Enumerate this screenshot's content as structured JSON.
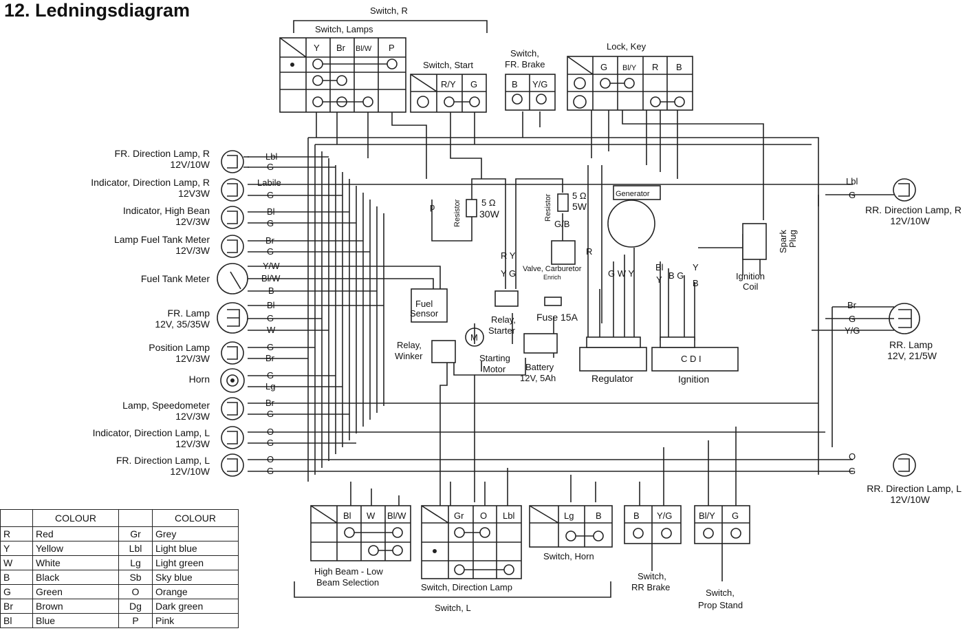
{
  "title": "12. Ledningsdiagram",
  "switches": {
    "switch_r": "Switch, R",
    "switch_lamps": "Switch, Lamps",
    "switch_lamps_cols": [
      "Y",
      "Br",
      "Bl/W",
      "P"
    ],
    "switch_start": "Switch, Start",
    "switch_start_cols": [
      "R/Y",
      "G"
    ],
    "switch_fr_brake": [
      "Switch,",
      "FR. Brake"
    ],
    "switch_fr_brake_cols": [
      "B",
      "Y/G"
    ],
    "lock_key": "Lock, Key",
    "lock_key_cols": [
      "G",
      "Bl/Y",
      "R",
      "B"
    ],
    "high_beam_cols": [
      "Bl",
      "W",
      "Bl/W"
    ],
    "high_beam_label": [
      "High Beam - Low",
      "Beam Selection"
    ],
    "direction_cols": [
      "Gr",
      "O",
      "Lbl"
    ],
    "direction_label": "Switch, Direction Lamp",
    "horn_cols": [
      "Lg",
      "B"
    ],
    "horn_label": "Switch, Horn",
    "switch_l": "Switch, L",
    "rr_brake_cols": [
      "B",
      "Y/G"
    ],
    "rr_brake_label": [
      "Switch,",
      "RR Brake"
    ],
    "prop_stand_cols": [
      "Bl/Y",
      "G"
    ],
    "prop_stand_label": [
      "Switch,",
      "Prop Stand"
    ]
  },
  "left_components": [
    {
      "name": "FR. Direction Lamp, R",
      "rating": "12V/10W",
      "wires": [
        "Lbl",
        "G"
      ]
    },
    {
      "name": "Indicator, Direction Lamp, R",
      "rating": "12V3W",
      "wires": [
        "Labile",
        "G"
      ]
    },
    {
      "name": "Indicator, High Bean",
      "rating": "12V/3W",
      "wires": [
        "Bl",
        "G"
      ]
    },
    {
      "name": "Lamp Fuel Tank Meter",
      "rating": "12V/3W",
      "wires": [
        "Br",
        "G"
      ]
    },
    {
      "name": "Fuel Tank Meter",
      "rating": "",
      "wires": [
        "Y/W",
        "Bl/W",
        "B"
      ]
    },
    {
      "name": "FR. Lamp",
      "rating": "12V, 35/35W",
      "wires": [
        "Bl",
        "G",
        "W"
      ]
    },
    {
      "name": "Position Lamp",
      "rating": "12V/3W",
      "wires": [
        "G",
        "Br"
      ]
    },
    {
      "name": "Horn",
      "rating": "",
      "wires": [
        "G",
        "Lg"
      ]
    },
    {
      "name": "Lamp, Speedometer",
      "rating": "12V/3W",
      "wires": [
        "Br",
        "G"
      ]
    },
    {
      "name": "Indicator, Direction Lamp, L",
      "rating": "12V/3W",
      "wires": [
        "O",
        "G"
      ]
    },
    {
      "name": "FR. Direction Lamp, L",
      "rating": "12V/10W",
      "wires": [
        "O",
        "G"
      ]
    }
  ],
  "right_components": [
    {
      "name": "RR. Direction Lamp, R",
      "rating": "12V/10W",
      "wires": [
        "Lbl",
        "G"
      ]
    },
    {
      "name": "RR. Lamp",
      "rating": "12V, 21/5W",
      "wires": [
        "Br",
        "G",
        "Y/G"
      ]
    },
    {
      "name": "RR. Direction Lamp, L",
      "rating": "12V/10W",
      "wires": [
        "O",
        "G"
      ]
    }
  ],
  "center": {
    "resistor1": "Resistor",
    "resistor1_val": [
      "5 Ω",
      "30W"
    ],
    "resistor2": "Resistor",
    "resistor2_val": [
      "5 Ω",
      "5W"
    ],
    "gb": "G/B",
    "generator": "Generator",
    "gen_wires": "G W Y",
    "r_label": "R",
    "valve": [
      "Valve, Carburetor",
      "Enrich"
    ],
    "fuel_sensor": [
      "Fuel",
      "Sensor"
    ],
    "relay_starter": [
      "Relay,",
      "Starter"
    ],
    "fuse": "Fuse 15A",
    "motor_symbol": "M",
    "starting_motor": [
      "Starting",
      "Motor"
    ],
    "battery": [
      "Battery",
      "12V, 5Ah"
    ],
    "relay_winker": [
      "Relay,",
      "Winker"
    ],
    "regulator": "Regulator",
    "cdi": "C D I",
    "ignition": "Ignition",
    "ignition_coil": [
      "Ignition",
      "Coil"
    ],
    "spark_plug": [
      "Spark",
      "Plug"
    ],
    "ry": "R Y",
    "yg": "Y G",
    "bl_y": [
      "Bl",
      "Y"
    ],
    "bg": "B G",
    "y_b": [
      "Y",
      "B"
    ],
    "p": "p"
  },
  "colour_table": {
    "headers": [
      "",
      "COLOUR",
      "",
      "COLOUR"
    ],
    "rows": [
      [
        "R",
        "Red",
        "Gr",
        "Grey"
      ],
      [
        "Y",
        "Yellow",
        "Lbl",
        "Light blue"
      ],
      [
        "W",
        "White",
        "Lg",
        "Light green"
      ],
      [
        "B",
        "Black",
        "Sb",
        "Sky blue"
      ],
      [
        "G",
        "Green",
        "O",
        "Orange"
      ],
      [
        "Br",
        "Brown",
        "Dg",
        "Dark green"
      ],
      [
        "Bl",
        "Blue",
        "P",
        "Pink"
      ]
    ]
  }
}
